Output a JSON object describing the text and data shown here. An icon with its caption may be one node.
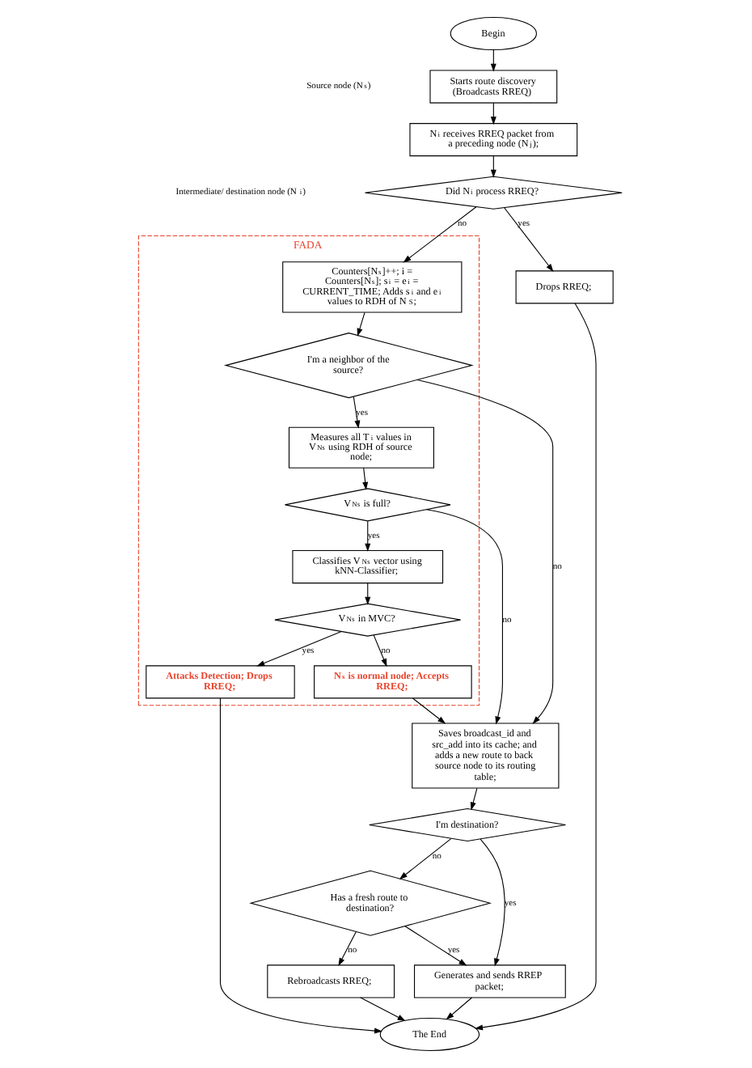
{
  "diagram": {
    "nodes": [
      {
        "text": [
          "Begin"
        ]
      },
      {
        "text": [
          "Starts route discovery (Broadcasts RREQ)"
        ]
      },
      {
        "text": [
          "N$_{i}$ receives RREQ packet from a preceding node (N$_{j}$);"
        ]
      },
      {
        "text": [
          "Did N$_{i}$ process RREQ?"
        ]
      },
      {
        "text": [
          "FADA"
        ]
      },
      {
        "text": [
          "Counters[N$_{s}$]++; i = Counters[N$_{s}$]; s$_{i}$ = e$_{i}$ = CURRENT_TIME; Adds s$_{i}$ and e$_{i}$ values to RDH of N$_{S}$;"
        ],
        "in": 4
      },
      {
        "text": [
          "I'm a neighbor of the source?"
        ],
        "in": 4
      },
      {
        "text": [
          "Measures all T$_{i}$ values in V$_{Ns}$ using RDH of source node;"
        ],
        "in": 4
      },
      {
        "text": [
          "V$_{Ns}$ is full?"
        ],
        "in": 4
      },
      {
        "text": [
          "Classifies V$_{Ns}$ vector using kNN-Classifier;"
        ],
        "in": 4
      },
      {
        "text": [
          "V$_{Ns}$ in MVC?"
        ],
        "in": 4
      },
      {
        "text": [
          "N$_{s}$ is normal node; Accepts RREQ;"
        ],
        "in": 4
      },
      {
        "text": [
          "Attacks Detection; Drops RREQ;"
        ],
        "in": 4
      },
      {
        "text": [
          "Saves broadcast_id and src_add into its cache; and adds a new route to back source node to its routing table;"
        ]
      },
      {
        "text": [
          "I'm destination?"
        ]
      },
      {
        "text": [
          "Has a fresh route to destination?"
        ]
      },
      {
        "text": [
          "Drops RREQ;"
        ]
      },
      {
        "text": [
          "Generates and sends RREP packet;"
        ]
      },
      {
        "text": [
          "Rebroadcasts RREQ;"
        ]
      },
      {
        "text": [
          "The End"
        ]
      }
    ],
    "edges": [
      {
        "from": 0,
        "to": 1,
        "arrow": "to"
      },
      {
        "from": 1,
        "to": 2,
        "arrow": "to"
      },
      {
        "from": 2,
        "to": 3,
        "arrow": "to"
      },
      {
        "from": 3,
        "to": 16,
        "arrow": "to",
        "label": "yes"
      },
      {
        "from": 3,
        "to": 5,
        "arrow": "to",
        "label": "no"
      },
      {
        "from": 5,
        "to": 6,
        "arrow": "to"
      },
      {
        "from": 6,
        "to": 7,
        "arrow": "to",
        "label": "yes"
      },
      {
        "from": 6,
        "to": 13,
        "arrow": "to",
        "label": "no"
      },
      {
        "from": 7,
        "to": 8,
        "arrow": "to"
      },
      {
        "from": 8,
        "to": 9,
        "arrow": "to",
        "label": "yes"
      },
      {
        "from": 8,
        "to": 13,
        "arrow": "to",
        "label": "no"
      },
      {
        "from": 9,
        "to": 10,
        "arrow": "to"
      },
      {
        "from": 10,
        "to": 11,
        "arrow": "to",
        "label": "no"
      },
      {
        "from": 10,
        "to": 12,
        "arrow": "to",
        "label": "yes"
      },
      {
        "from": 11,
        "to": 13,
        "arrow": "to"
      },
      {
        "from": 12,
        "to": 19,
        "arrow": "to"
      },
      {
        "from": 13,
        "to": 14,
        "arrow": "to"
      },
      {
        "from": 14,
        "to": 15,
        "arrow": "to",
        "label": "no"
      },
      {
        "from": 14,
        "to": 17,
        "arrow": "to",
        "label": "yes"
      },
      {
        "from": 15,
        "to": 17,
        "arrow": "to",
        "label": "yes"
      },
      {
        "from": 15,
        "to": 18,
        "arrow": "to",
        "label": "no"
      },
      {
        "from": 16,
        "to": 19,
        "arrow": "to"
      },
      {
        "from": 17,
        "to": 19,
        "arrow": "to"
      },
      {
        "from": 18,
        "to": 19,
        "arrow": "to"
      }
    ],
    "labels": [
      "Source node (N$_{s}$)",
      "Intermediate/ destination node (N$_{i}$)"
    ]
  }
}
